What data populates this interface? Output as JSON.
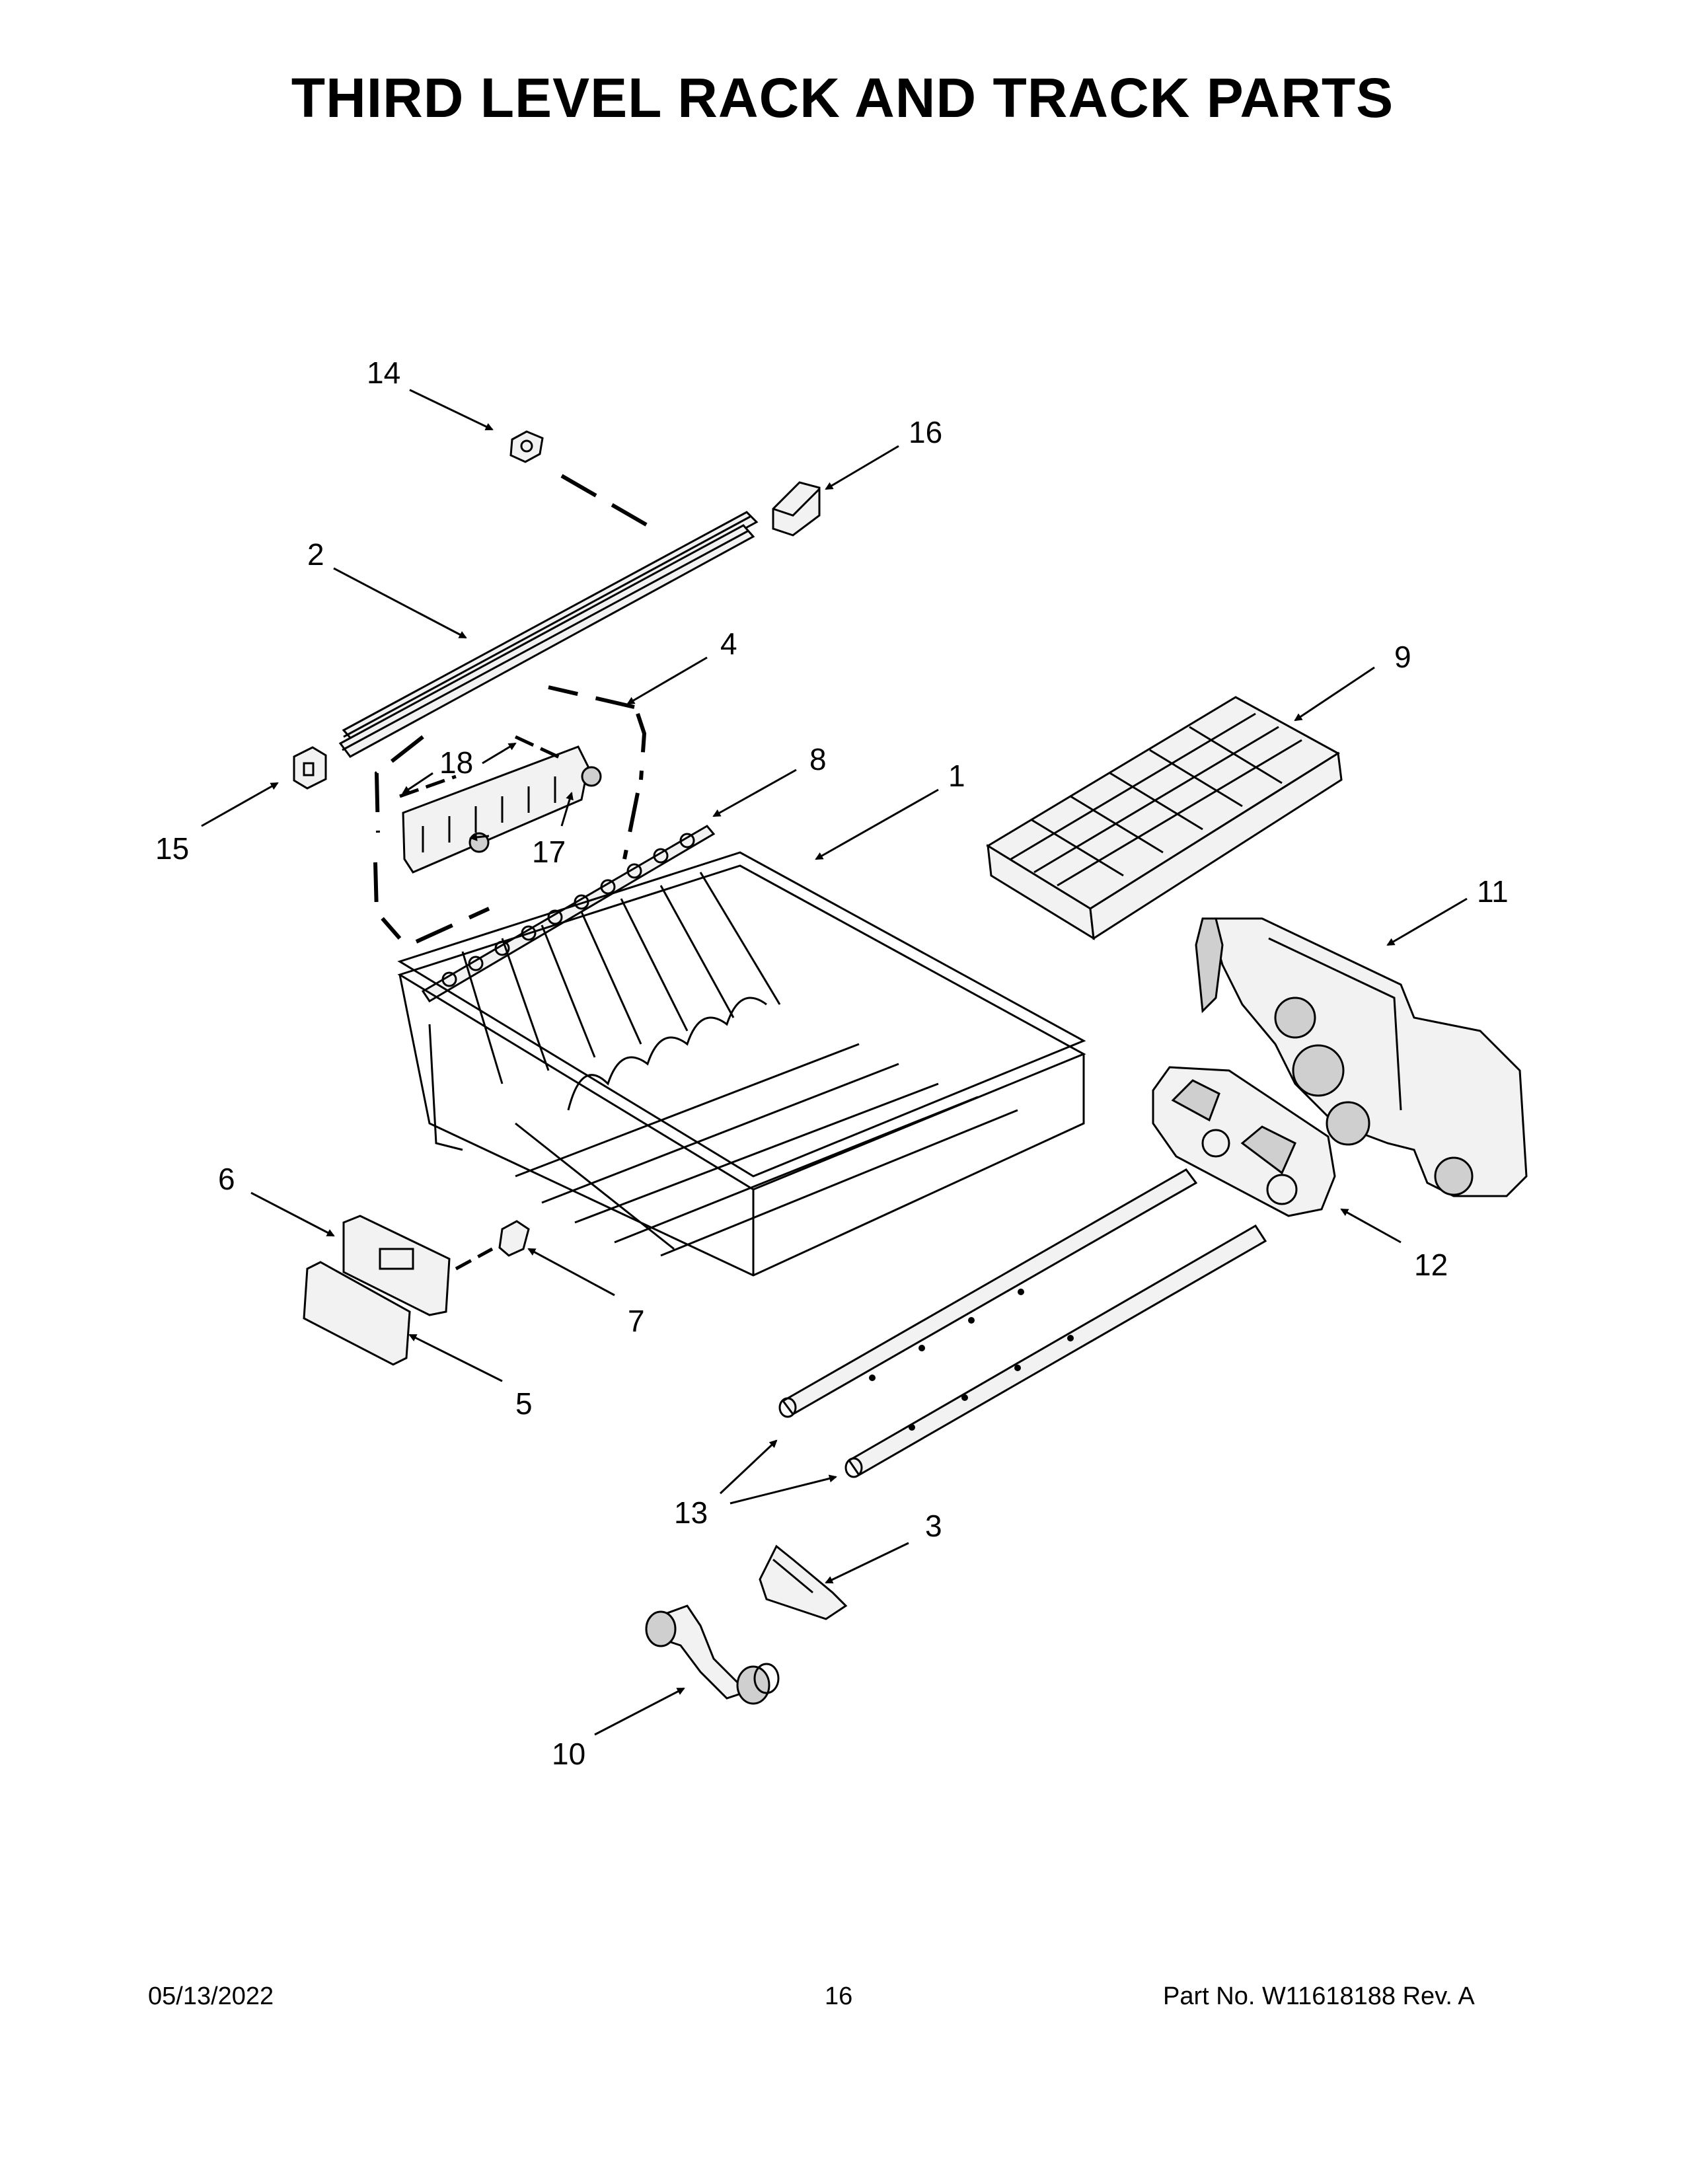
{
  "title": "THIRD LEVEL RACK AND TRACK PARTS",
  "callouts": {
    "c1": "1",
    "c2": "2",
    "c3": "3",
    "c4": "4",
    "c5": "5",
    "c6": "6",
    "c7": "7",
    "c8": "8",
    "c9": "9",
    "c10": "10",
    "c11": "11",
    "c12": "12",
    "c13": "13",
    "c14": "14",
    "c15": "15",
    "c16": "16",
    "c17": "17",
    "c18": "18"
  },
  "footer": {
    "date": "05/13/2022",
    "page": "16",
    "part_number": "Part No.  W11618188  Rev.  A"
  }
}
